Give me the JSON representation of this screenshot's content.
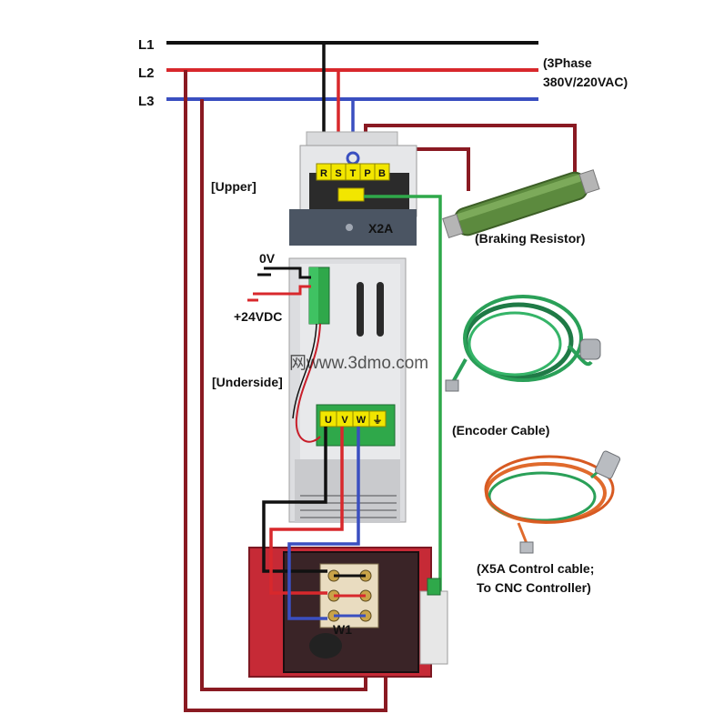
{
  "lines": {
    "l1": "L1",
    "l2": "L2",
    "l3": "L3"
  },
  "supply": {
    "line1": "(3Phase",
    "line2": "380V/220VAC)"
  },
  "drive": {
    "upper_label": "[Upper]",
    "underside_label": "[Underside]",
    "x2a": "X2A",
    "terminals_top": [
      "R",
      "S",
      "T",
      "P",
      "B"
    ],
    "terminals_bottom": [
      "U",
      "V",
      "W",
      "⏚"
    ],
    "zero_v": "0V",
    "plus24": "+24VDC",
    "watermark": "网www.3dmo.com"
  },
  "components": {
    "braking_resistor": "(Braking Resistor)",
    "encoder_cable": "(Encoder Cable)",
    "control_line1": "(X5A Control cable;",
    "control_line2": "To CNC Controller)"
  },
  "motor": {
    "w1": "W1"
  },
  "colors": {
    "black_wire": "#111111",
    "red_wire": "#d8282c",
    "blue_wire": "#3a4fc0",
    "darkred_wire": "#8a1a22",
    "green_wire": "#2fa84a",
    "terminal_yellow": "#f2e600",
    "terminal_green": "#27a05a",
    "motor_box": "#c62a36"
  }
}
